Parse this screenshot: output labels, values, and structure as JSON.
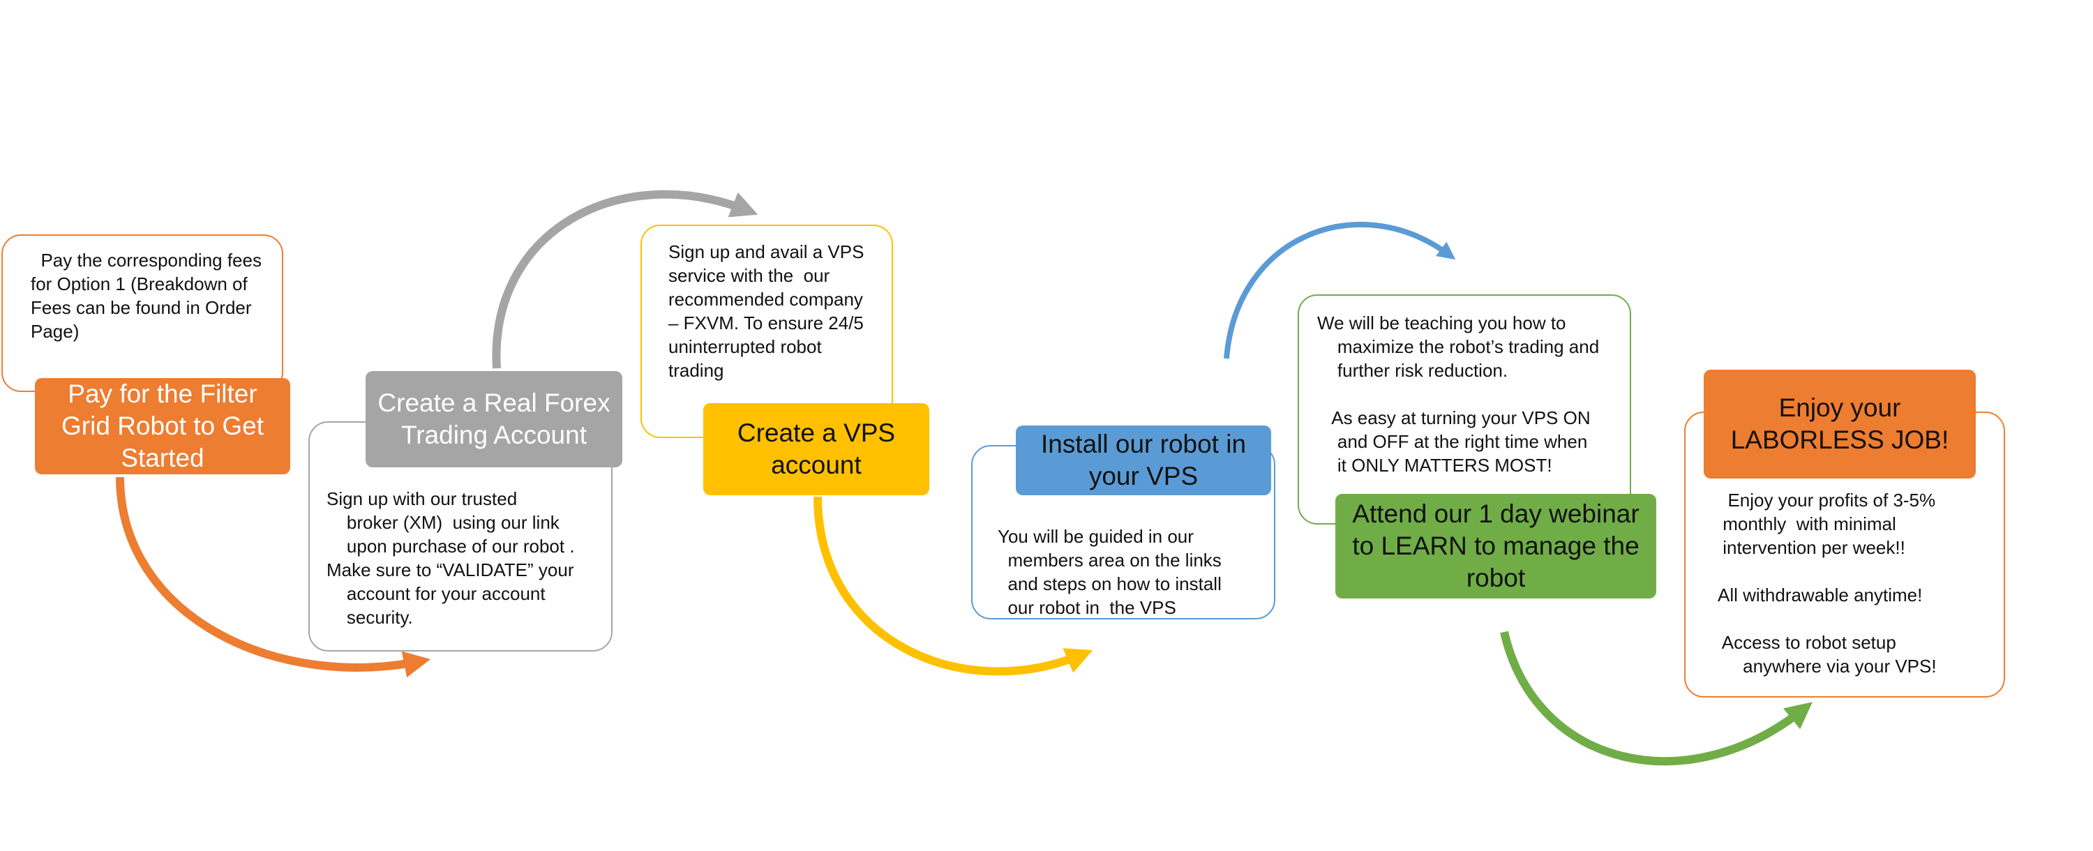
{
  "colors": {
    "orange": "#ed7d31",
    "gray": "#a5a5a5",
    "yellow": "#ffc000",
    "blue": "#5b9bd5",
    "green": "#70ad47"
  },
  "steps": [
    {
      "title": [
        "Pay for the Filter",
        "Grid Robot to Get",
        "Started"
      ],
      "description": [
        "  Pay the corresponding fees",
        "for Option 1 (Breakdown of",
        "Fees can be found in Order",
        "Page)"
      ]
    },
    {
      "title": [
        "Create a Real Forex",
        "Trading Account"
      ],
      "description": [
        "Sign up with our trusted",
        "    broker (XM)  using our link",
        "    upon purchase of our robot .",
        "Make sure to “VALIDATE” your",
        "    account for your account",
        "    security."
      ]
    },
    {
      "title": [
        "Create a VPS",
        "account"
      ],
      "description": [
        "Sign up and avail a VPS",
        "service with the  our",
        "recommended company",
        "– FXVM. To ensure 24/5",
        "uninterrupted robot",
        "trading"
      ]
    },
    {
      "title": [
        "Install our robot in",
        "your VPS"
      ],
      "description": [
        "You will be guided in our",
        "  members area on the links",
        "  and steps on how to install",
        "  our robot in  the VPS"
      ]
    },
    {
      "title": [
        "Attend our 1 day webinar",
        "to LEARN to manage the",
        "robot"
      ],
      "description": [
        "We will be teaching you how to",
        "    maximize the robot’s trading and",
        "    further risk reduction.",
        "",
        "   As easy at turning your VPS ON",
        "    and OFF at the right time when",
        "    it ONLY MATTERS MOST!"
      ]
    },
    {
      "title": [
        "Enjoy your",
        "LABORLESS JOB!"
      ],
      "description": [
        "  Enjoy your profits of 3-5%",
        " monthly  with minimal",
        " intervention per week!!",
        "",
        "All withdrawable anytime!",
        "",
        " Access to robot setup",
        "     anywhere via your VPS!"
      ]
    }
  ]
}
